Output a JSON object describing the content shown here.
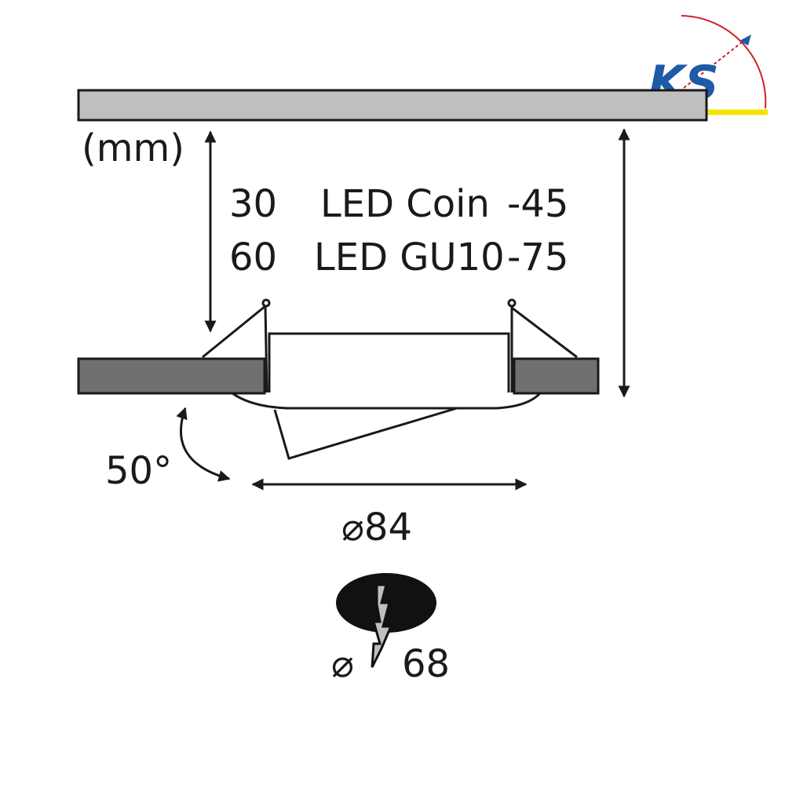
{
  "units_label": "(mm)",
  "clearance_table": {
    "rows": [
      {
        "depth": "30",
        "lamp": "LED Coin",
        "offset": "-45"
      },
      {
        "depth": "60",
        "lamp": "LED GU10",
        "offset": "-75"
      }
    ]
  },
  "tilt_angle": "50°",
  "outer_diameter": "⌀84",
  "cutout": {
    "symbol": "⌀",
    "value": "68"
  },
  "logo": {
    "text": "KS"
  },
  "colors": {
    "ceiling": "#bfbfbf",
    "ceiling_section": "#707070",
    "outline": "#1a1a1a",
    "cutout_fill": "#111111",
    "logo_blue": "#1e5aa8",
    "logo_red": "#d0202a",
    "logo_yellow": "#f2e400"
  }
}
